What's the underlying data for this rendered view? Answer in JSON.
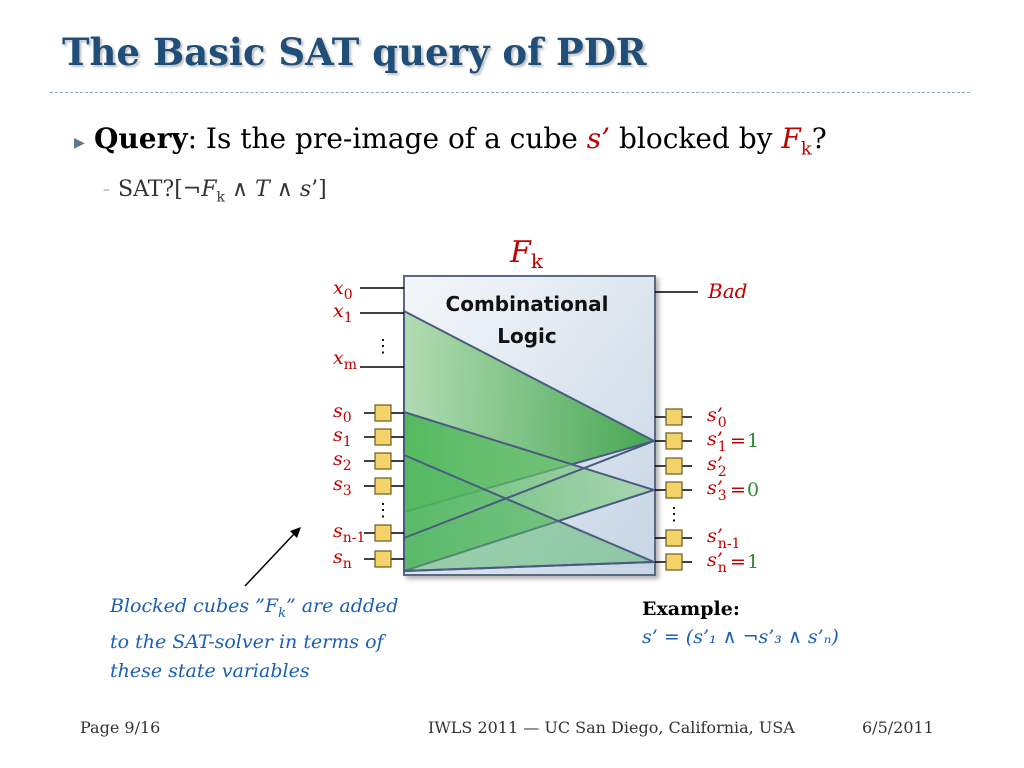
{
  "slide": {
    "title": "The Basic SAT query of PDR",
    "bullet": {
      "lead": "Query",
      "text1": ": Is the pre-image of a cube ",
      "s_prime": "s’",
      "text2": " blocked by ",
      "F": "F",
      "k": "k",
      "q": "?"
    },
    "subbullet": {
      "prefix": "SAT?[¬",
      "F": "F",
      "k": "k",
      "and1": " ∧ ",
      "T": "T",
      "and2": " ∧ ",
      "s": "s",
      "suffix": "’]"
    }
  },
  "diagram": {
    "fk_label": {
      "F": "F",
      "k": "k"
    },
    "box_label_1": "Combinational",
    "box_label_2": "Logic",
    "bad_label": "Bad",
    "ellipsis": "⋮",
    "inputs_x": [
      {
        "base": "x",
        "sub": "0"
      },
      {
        "base": "x",
        "sub": "1"
      },
      {
        "base": "x",
        "sub": "m"
      }
    ],
    "inputs_s": [
      {
        "base": "s",
        "sub": "0"
      },
      {
        "base": "s",
        "sub": "1"
      },
      {
        "base": "s",
        "sub": "2"
      },
      {
        "base": "s",
        "sub": "3"
      },
      {
        "base": "s",
        "sub": "n-1"
      },
      {
        "base": "s",
        "sub": "n"
      }
    ],
    "outputs_s": [
      {
        "base": "s’",
        "sub": "0",
        "value": ""
      },
      {
        "base": "s’",
        "sub": "1",
        "value": "1"
      },
      {
        "base": "s’",
        "sub": "2",
        "value": ""
      },
      {
        "base": "s’",
        "sub": "3",
        "value": "0"
      },
      {
        "base": "s’",
        "sub": "n-1",
        "value": ""
      },
      {
        "base": "s’",
        "sub": "n",
        "value": "1"
      }
    ],
    "eq": "="
  },
  "note": {
    "line1_a": "Blocked cubes ”",
    "line1_F": "F",
    "line1_k": "k",
    "line1_b": "” are added",
    "line2": "to the SAT-solver in terms of",
    "line3": "these state variables"
  },
  "example": {
    "heading": "Example:",
    "formula": "s’ = (s’₁ ∧ ¬s’₃ ∧ s’ₙ)"
  },
  "footer": {
    "page": "Page 9/16",
    "venue": "IWLS 2011 — UC San Diego, California, USA",
    "date": "6/5/2011"
  },
  "colors": {
    "title": "#1f4e79",
    "red": "#c00000",
    "green": "#2e8b2e",
    "blue": "#1a5fb4",
    "latch_fill": "#f5d36b",
    "box_fill": "#d9e3ee"
  }
}
